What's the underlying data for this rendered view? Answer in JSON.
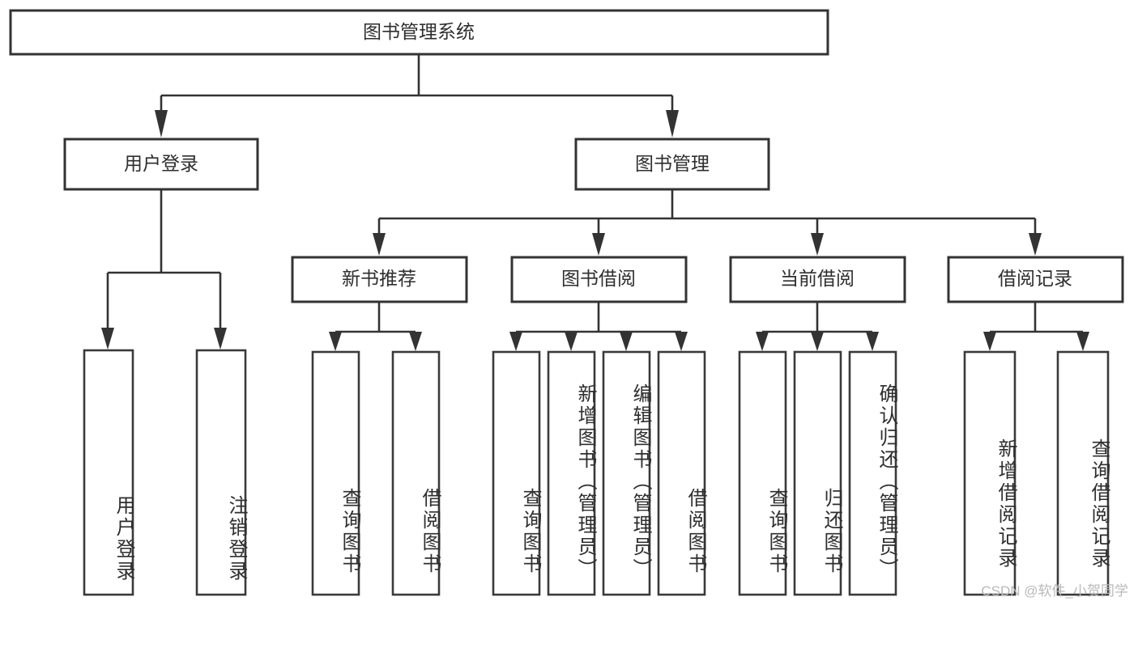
{
  "diagram": {
    "title": "图书管理系统",
    "type": "tree-hierarchy",
    "root": {
      "label": "图书管理系统"
    },
    "level2": [
      {
        "label": "用户登录"
      },
      {
        "label": "图书管理"
      }
    ],
    "level3": [
      {
        "label": "新书推荐"
      },
      {
        "label": "图书借阅"
      },
      {
        "label": "当前借阅"
      },
      {
        "label": "借阅记录"
      }
    ],
    "leaves": {
      "user_login": [
        {
          "label": "用户登录"
        },
        {
          "label": "注销登录"
        }
      ],
      "new_book_recommend": [
        {
          "label": "查询图书"
        },
        {
          "label": "借阅图书"
        }
      ],
      "book_borrow": [
        {
          "label": "查询图书"
        },
        {
          "label": "新增图书（管理员）"
        },
        {
          "label": "编辑图书（管理员）"
        },
        {
          "label": "借阅图书"
        }
      ],
      "current_borrow": [
        {
          "label": "查询图书"
        },
        {
          "label": "归还图书"
        },
        {
          "label": "确认归还（管理员）"
        }
      ],
      "borrow_record": [
        {
          "label": "新增借阅记录"
        },
        {
          "label": "查询借阅记录"
        }
      ]
    }
  },
  "watermark": {
    "text": "CSDN @软件_小贺同学"
  },
  "colors": {
    "background": "#ffffff",
    "stroke": "#333333",
    "text": "#2e2e2e",
    "watermark": "#b9b9b9"
  }
}
